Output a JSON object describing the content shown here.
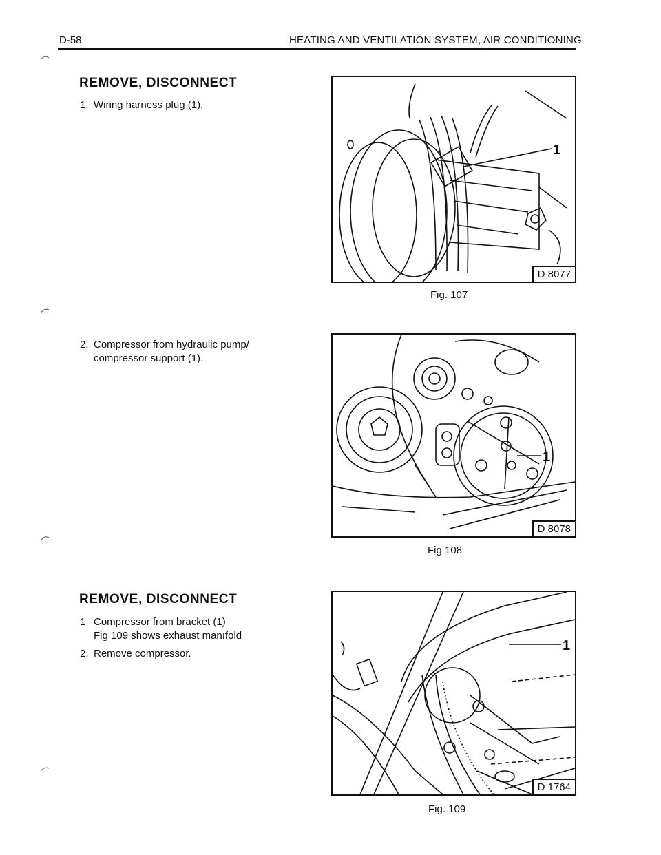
{
  "header": {
    "page_number": "D-58",
    "title": "HEATING AND VENTILATION SYSTEM, AIR CONDITIONING"
  },
  "sections": [
    {
      "heading": "REMOVE, DISCONNECT",
      "steps": [
        {
          "num": "1.",
          "text": "Wiring harness plug (1)."
        },
        {
          "num": "2.",
          "text": "Compressor from hydraulic pump/",
          "cont": "compressor support (1)."
        }
      ]
    },
    {
      "heading": "REMOVE, DISCONNECT",
      "steps": [
        {
          "num": "1",
          "text": "Compressor from bracket (1)",
          "cont": "Fig 109 shows exhaust manıfold"
        },
        {
          "num": "2.",
          "text": "Remove compressor."
        }
      ]
    }
  ],
  "figures": [
    {
      "code": "D 8077",
      "caption": "Fig. 107",
      "callout": "1"
    },
    {
      "code": "D 8078",
      "caption": "Fig 108",
      "callout": "1"
    },
    {
      "code": "D 1764",
      "caption": "Fig. 109",
      "callout": "1"
    }
  ]
}
